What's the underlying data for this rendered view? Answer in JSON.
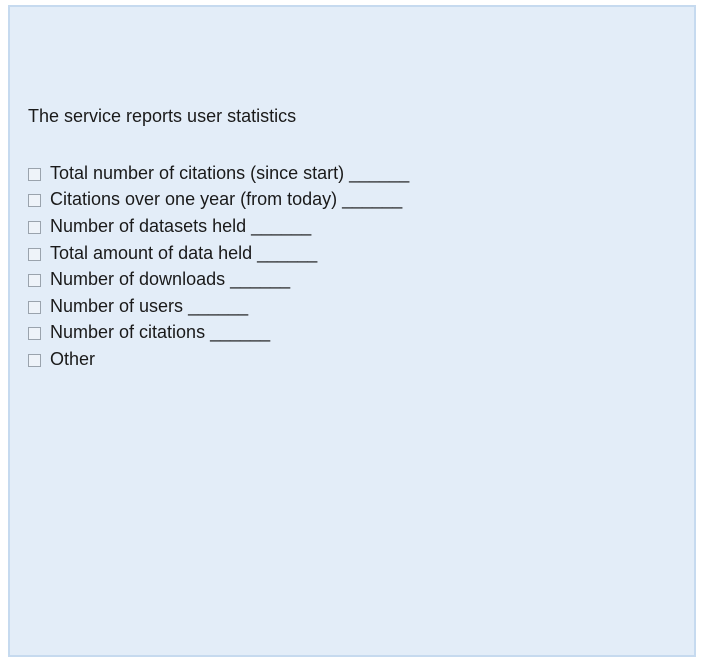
{
  "question": "The service reports user statistics",
  "options": [
    {
      "label": "Total number of citations (since start)",
      "blank": "______"
    },
    {
      "label": "Citations over one year (from today)",
      "blank": "______"
    },
    {
      "label": "Number of datasets held",
      "blank": "______"
    },
    {
      "label": "Total amount of data held",
      "blank": "______"
    },
    {
      "label": "Number of downloads",
      "blank": "______"
    },
    {
      "label": "Number of users",
      "blank": "______"
    },
    {
      "label": "Number of citations",
      "blank": "______"
    },
    {
      "label": "Other",
      "blank": ""
    }
  ]
}
